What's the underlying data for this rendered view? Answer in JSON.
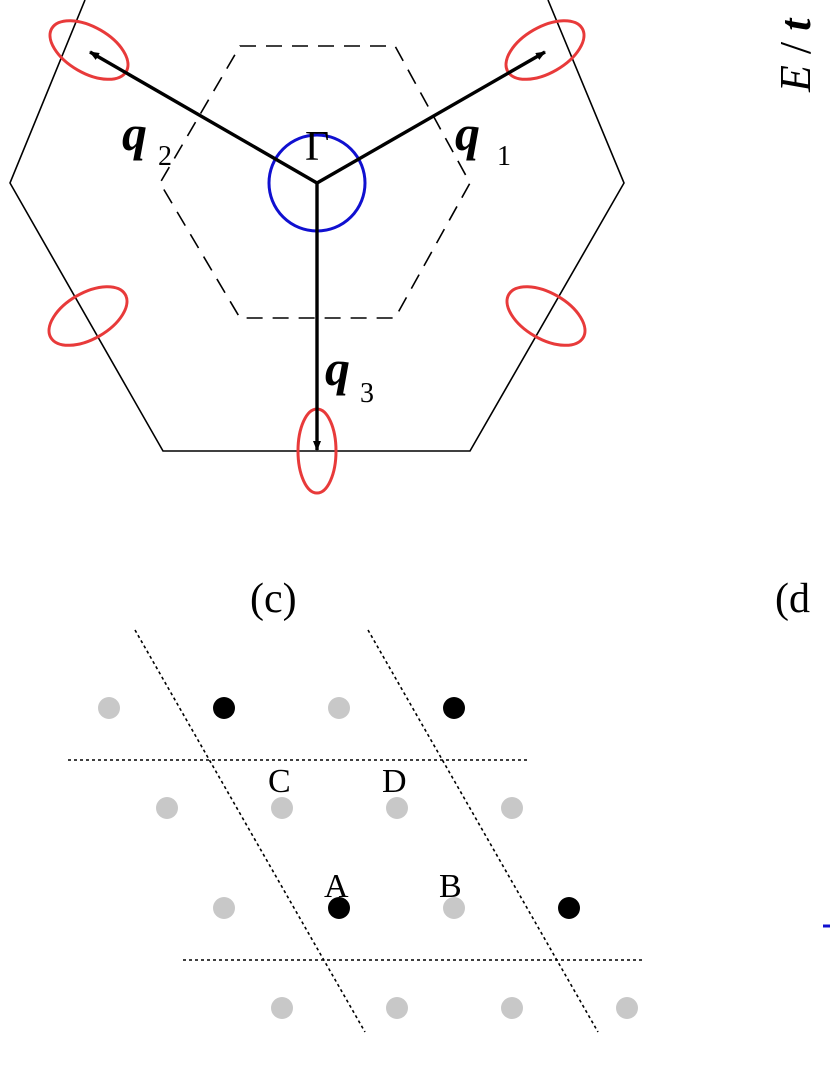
{
  "panel_b": {
    "gamma_label": "Γ",
    "vectors": [
      {
        "symbol": "q",
        "subscript": "1"
      },
      {
        "symbol": "q",
        "subscript": "2"
      },
      {
        "symbol": "q",
        "subscript": "3"
      }
    ],
    "colors": {
      "gamma_circle": "#1010d0",
      "valleys": "#e83a3a",
      "lines": "#000000"
    }
  },
  "panel_c": {
    "label": "(c)",
    "site_labels": [
      "A",
      "B",
      "C",
      "D"
    ],
    "colors": {
      "filled_site": "#000000",
      "empty_site": "#c8c8c8"
    }
  },
  "panel_d": {
    "label": "(d"
  },
  "axis_label_partial": {
    "symbol": "E",
    "denominator": "t"
  }
}
